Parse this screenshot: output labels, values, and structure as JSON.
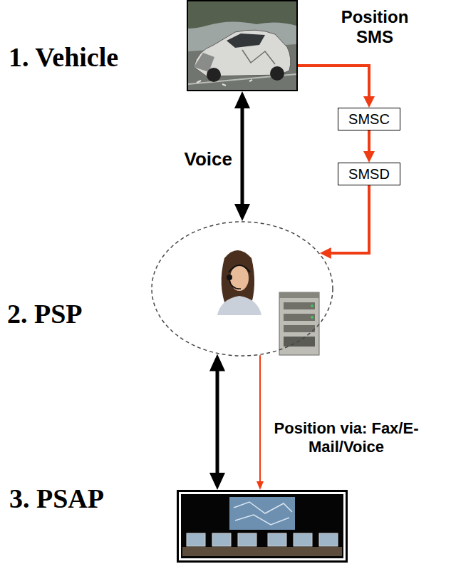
{
  "diagram": {
    "nodes": [
      {
        "text": [
          "1. Vehicle"
        ]
      },
      {
        "text": [
          "SMSC"
        ]
      },
      {
        "text": [
          "SMSD"
        ]
      },
      {
        "text": [
          "2. PSP"
        ]
      },
      {
        "text": [
          "3. PSAP"
        ]
      }
    ],
    "edges": [
      {
        "from": 0,
        "to": 1,
        "arrow": "to",
        "label": "Position SMS"
      },
      {
        "from": 1,
        "to": 2,
        "arrow": "to"
      },
      {
        "from": 2,
        "to": 3,
        "arrow": "to"
      },
      {
        "from": 0,
        "to": 3,
        "arrow": "both",
        "label": "Voice"
      },
      {
        "from": 3,
        "to": 4,
        "arrow": "both"
      },
      {
        "from": 3,
        "to": 4,
        "arrow": "to",
        "label": "Position via: Fax/E-Mail/Voice"
      }
    ]
  }
}
